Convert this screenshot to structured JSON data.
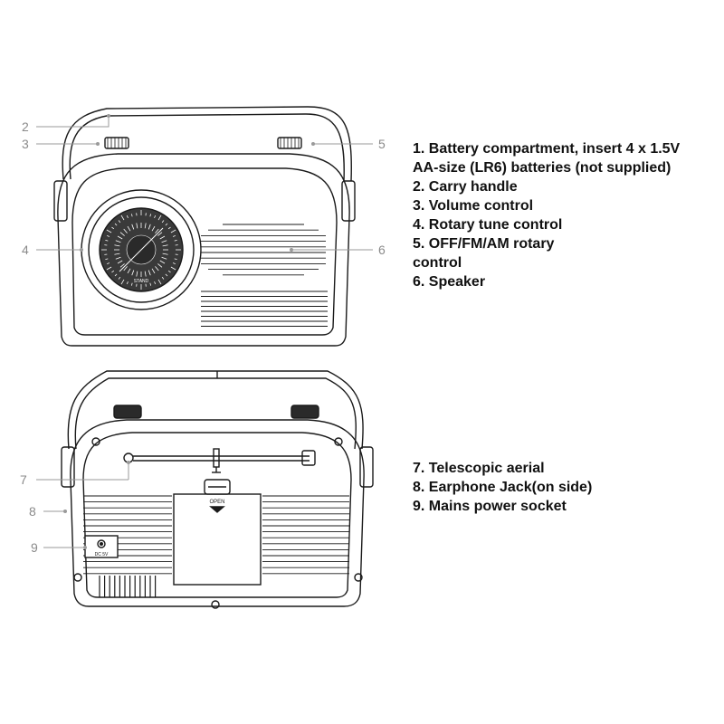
{
  "callouts": {
    "c2": "2",
    "c3": "3",
    "c4": "4",
    "c5": "5",
    "c6": "6",
    "c7": "7",
    "c8": "8",
    "c9": "9"
  },
  "dial_labels": {
    "brand": "STAND",
    "socket": "DC 5V",
    "battery_lid": "OPEN"
  },
  "legend_front": [
    "1. Battery compartment, insert 4 x 1.5V",
    "AA-size (LR6) batteries (not supplied)",
    "2. Carry handle",
    "3. Volume control",
    "4. Rotary tune control",
    "5. OFF/FM/AM rotary",
    "control",
    "6. Speaker"
  ],
  "legend_back": [
    "7. Telescopic aerial",
    "8. Earphone Jack(on side)",
    "9. Mains power socket"
  ],
  "colors": {
    "line": "#1a1a1a",
    "callout": "#9a9a9a",
    "dial_face": "#3a3a3a"
  }
}
